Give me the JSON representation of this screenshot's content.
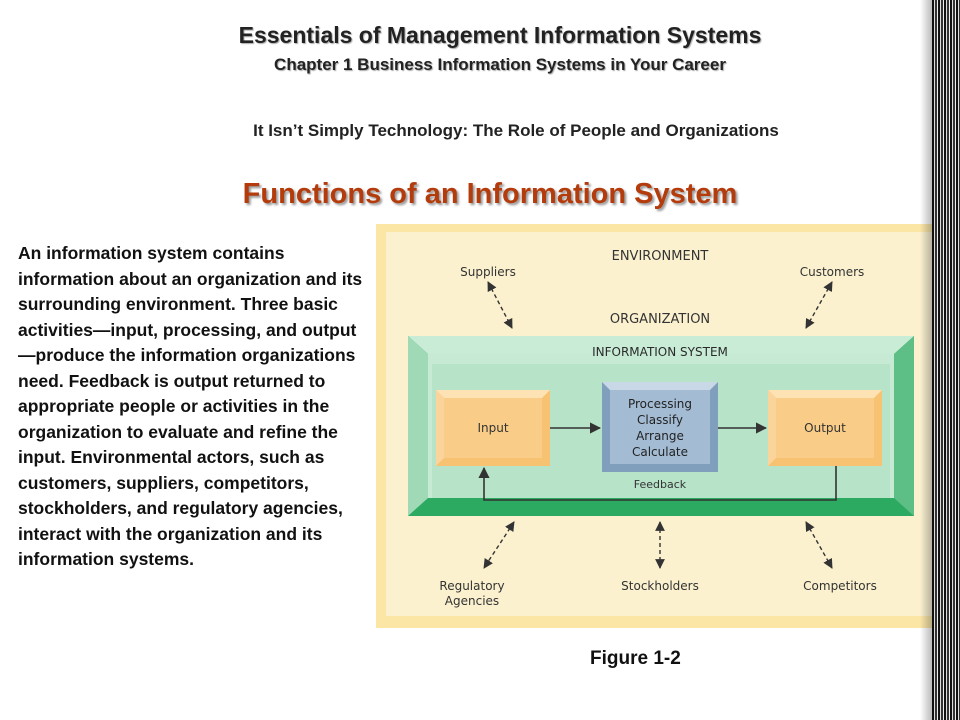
{
  "header": {
    "book_title": "Essentials of Management Information Systems",
    "chapter": "Chapter 1 Business Information Systems in Your Career",
    "subtitle": "It Isn’t Simply Technology: The Role of People and Organizations"
  },
  "slide_title": "Functions of an Information System",
  "body_text": "An information system contains information about an organization and its surrounding environment. Three basic activities—input, processing, and output—produce the information organizations need. Feedback is output returned to appropriate people or activities in the organization to evaluate and refine the input. Environmental actors, such as customers, suppliers, competitors, stockholders, and regulatory agencies, interact with the organization and its information systems.",
  "figure": {
    "environment_label": "ENVIRONMENT",
    "organization_label": "ORGANIZATION",
    "information_system_label": "INFORMATION SYSTEM",
    "input_label": "Input",
    "processing_lines": [
      "Processing",
      "Classify",
      "Arrange",
      "Calculate"
    ],
    "output_label": "Output",
    "feedback_label": "Feedback",
    "actors": {
      "suppliers": "Suppliers",
      "customers": "Customers",
      "regulatory_line1": "Regulatory",
      "regulatory_line2": "Agencies",
      "stockholders": "Stockholders",
      "competitors": "Competitors"
    },
    "caption": "Figure 1-2"
  },
  "colors": {
    "title_accent": "#b43c0c",
    "figure_background": "#fbf1cf",
    "organization_green": "#2daa62",
    "info_system_green": "#c6ead4",
    "box_orange": "#f7c372",
    "processing_blue": "#9fb8d0"
  }
}
